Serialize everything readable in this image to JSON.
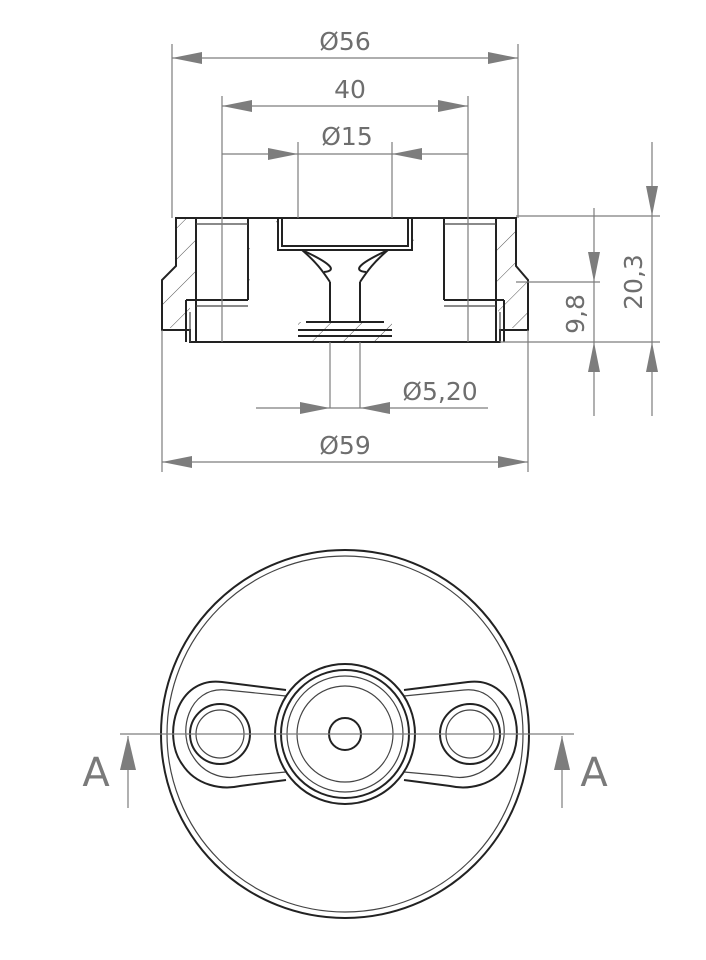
{
  "dimensions": {
    "outer_diameter_top": "Ø56",
    "bolt_spacing": "40",
    "counterbore_diameter": "Ø15",
    "total_height": "20,3",
    "step_height": "9,8",
    "pin_diameter": "Ø5,20",
    "base_diameter": "Ø59"
  },
  "section_marker": {
    "left": "A",
    "right": "A"
  },
  "colors": {
    "dimension": "#7d7d7d",
    "outline": "#222222"
  }
}
